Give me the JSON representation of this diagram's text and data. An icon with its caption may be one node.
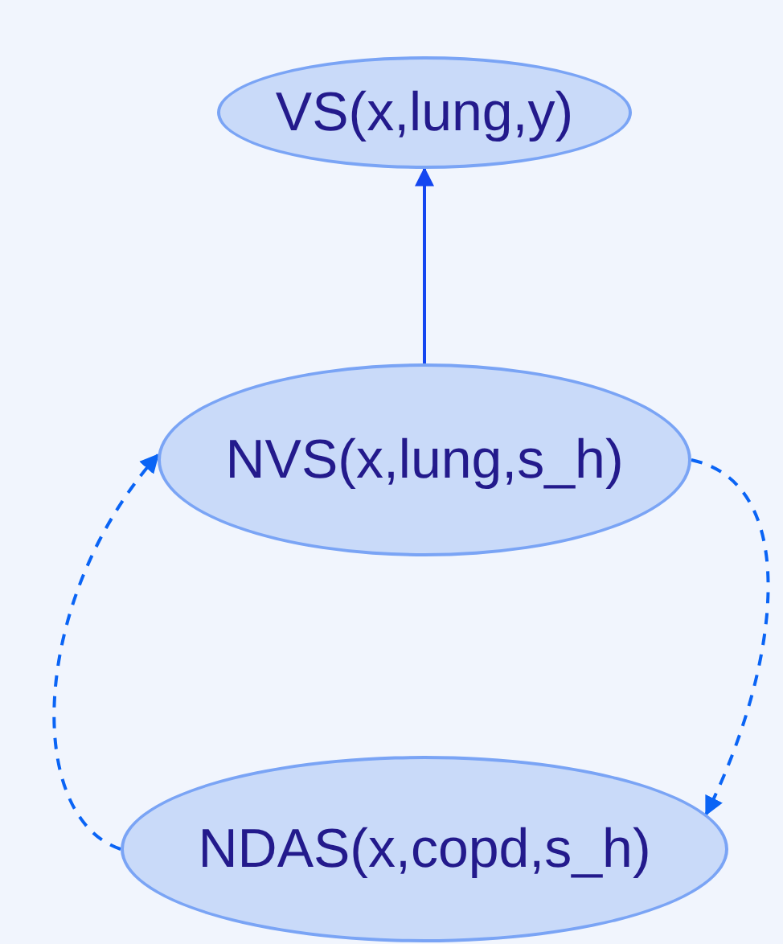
{
  "diagram": {
    "nodes": [
      {
        "text": [
          "VS(x,lung,y)"
        ]
      },
      {
        "text": [
          "NVS(x,lung,s_h)"
        ]
      },
      {
        "text": [
          "NDAS(x,copd,s_h)"
        ]
      }
    ],
    "edges": [
      {
        "from": 1,
        "to": 0,
        "arrow": "to"
      },
      {
        "from": 2,
        "to": 1,
        "arrow": "to",
        "style": "dashed"
      },
      {
        "from": 1,
        "to": 2,
        "arrow": "to",
        "style": "dashed"
      }
    ]
  }
}
